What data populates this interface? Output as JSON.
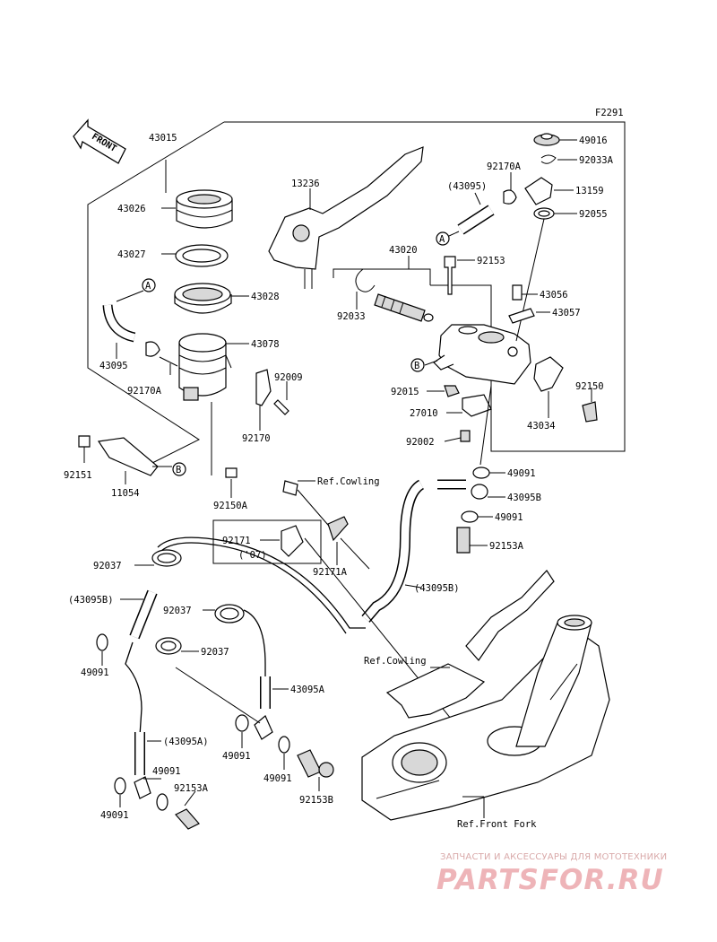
{
  "diagram": {
    "figure_code": "F2291",
    "front_arrow": "FRONT",
    "labels": {
      "p43015": "43015",
      "p43026": "43026",
      "p43027": "43027",
      "p43028": "43028",
      "p43078": "43078",
      "p43095_left": "43095",
      "p92170A_left": "92170A",
      "p92009": "92009",
      "p92170": "92170",
      "p92151": "92151",
      "p11054": "11054",
      "p92150A": "92150A",
      "p13236": "13236",
      "p92033": "92033",
      "p43020": "43020",
      "p43095_paren": "(43095)",
      "p92170A_right": "92170A",
      "p49016": "49016",
      "p92033A": "92033A",
      "p13159": "13159",
      "p92055": "92055",
      "p92153": "92153",
      "p43056": "43056",
      "p43057": "43057",
      "p92015": "92015",
      "p27010": "27010",
      "p92002": "92002",
      "p43034": "43034",
      "p92150": "92150",
      "p49091_a": "49091",
      "p43095B": "43095B",
      "p49091_b": "49091",
      "p92153A_right": "92153A",
      "p92171": "92171",
      "p07": "('07)",
      "p92171A": "92171A",
      "p43095B_paren_mid": "(43095B)",
      "p92037_a": "92037",
      "p43095B_paren_left": "(43095B)",
      "p92037_b": "92037",
      "p92037_c": "92037",
      "p49091_c": "49091",
      "p43095A": "43095A",
      "p49091_d": "49091",
      "p49091_e": "49091",
      "p43095A_paren": "(43095A)",
      "p49091_f": "49091",
      "p92153A_left": "92153A",
      "p49091_g": "49091",
      "p92153B": "92153B",
      "ref_cowling_1": "Ref.Cowling",
      "ref_cowling_2": "Ref.Cowling",
      "ref_front_fork": "Ref.Front Fork",
      "marker_a": "A",
      "marker_b": "B"
    }
  },
  "watermark": {
    "caption": "ЗАПЧАСТИ И АКСЕССУАРЫ ДЛЯ МОТОТЕХНИКИ",
    "brand": "PARTSFOR.RU"
  }
}
